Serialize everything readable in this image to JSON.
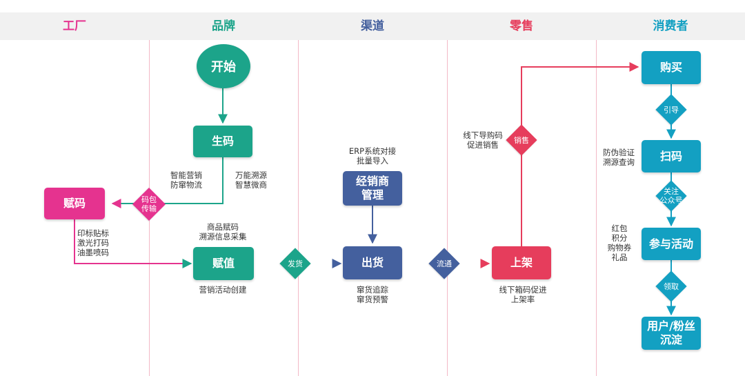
{
  "lanes": [
    {
      "title": "工厂",
      "color": "#e5338f"
    },
    {
      "title": "品牌",
      "color": "#1ca48a"
    },
    {
      "title": "渠道",
      "color": "#44609e"
    },
    {
      "title": "零售",
      "color": "#e63d5c"
    },
    {
      "title": "消费者",
      "color": "#13a0c2"
    }
  ],
  "nodes": {
    "start": "开始",
    "generate_code": "生码",
    "assign_code": "赋码",
    "assign_value": "赋值",
    "dealer_mgmt": "经销商\n管理",
    "ship_out": "出货",
    "shelve": "上架",
    "purchase": "购买",
    "scan": "扫码",
    "join_activity": "参与活动",
    "user_fans": "用户/粉丝\n沉淀"
  },
  "decisions": {
    "code_transfer": "码包\n传输",
    "dispatch": "发货",
    "circulate": "流通",
    "sales": "销售",
    "guide": "引导",
    "follow": "关注\n公众号",
    "claim": "领取"
  },
  "notes": {
    "marketing": "智能营销\n防窜物流",
    "trace": "万能溯源\n智慧微商",
    "print": "印标贴标\n激光打码\n油墨喷码",
    "goods_code": "商品赋码\n溯源信息采集",
    "campaign": "营销活动创建",
    "erp": "ERP系统对接\n批量导入",
    "tracking": "窜货追踪\n窜货预警",
    "offline_promo": "线下导购码\n促进销售",
    "offline_box": "线下箱码促进\n上架率",
    "anticounterfeit": "防伪验证\n溯源查询",
    "rewards": "红包\n积分\n购物券\n礼品"
  },
  "colors": {
    "teal": "#1ca48a",
    "pink": "#e5338f",
    "navy": "#44609e",
    "red": "#e63d5c",
    "cyan": "#13a0c2",
    "divider": "#f2b8c6",
    "header_bg": "#f1f1f1"
  }
}
